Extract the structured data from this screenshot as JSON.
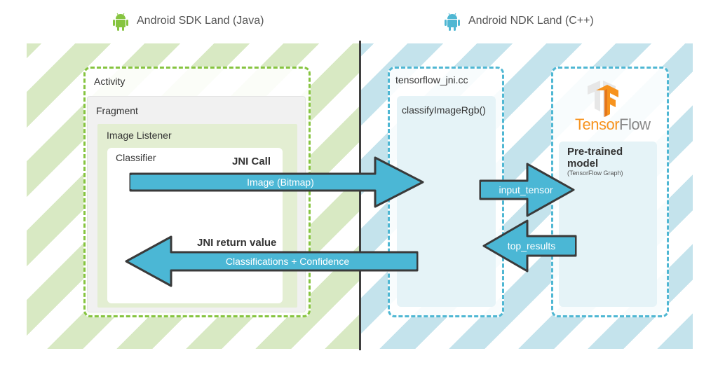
{
  "header": {
    "sdk_title": "Android SDK Land (Java)",
    "ndk_title": "Android NDK Land (C++)",
    "sdk_icon": "android-icon",
    "ndk_icon": "android-icon",
    "sdk_color": "#86c440",
    "ndk_color": "#4fb7d3"
  },
  "java_side": {
    "activity": "Activity",
    "fragment": "Fragment",
    "image_listener": "Image Listener",
    "classifier": "Classifier",
    "jni_call": "JNI Call",
    "jni_return": "JNI return value"
  },
  "cpp_side": {
    "jni_file": "tensorflow_jni.cc",
    "function": "classifyImageRgb()",
    "logo_prefix": "Tensor",
    "logo_suffix": "Flow",
    "model_title": "Pre-trained model",
    "model_subtitle": "(TensorFlow Graph)"
  },
  "arrows": {
    "image": "Image (Bitmap)",
    "classifications": "Classifications + Confidence",
    "input_tensor": "input_tensor",
    "top_results": "top_results",
    "arrow_color": "#4bb7d5"
  },
  "colors": {
    "tensorflow_orange": "#f7931e",
    "tensorflow_gray": "#888888"
  }
}
